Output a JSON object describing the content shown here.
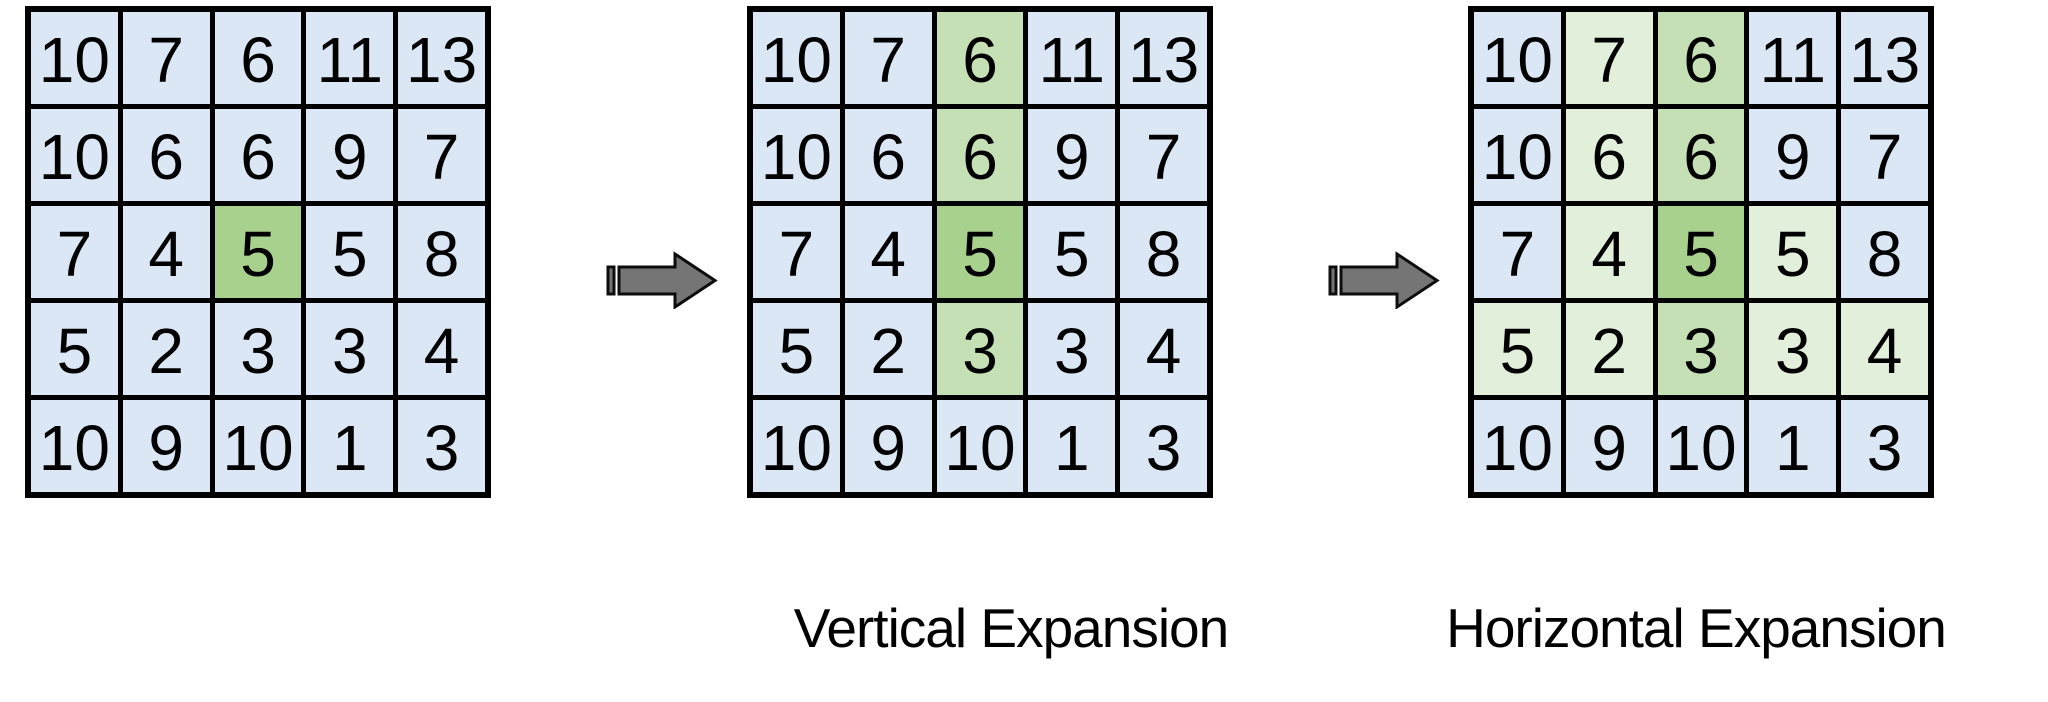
{
  "labels": {
    "vertical": "Vertical Expansion",
    "horizontal": "Horizontal Expansion"
  },
  "colors": {
    "cell_blue": "#DBE7F5",
    "green_seed": "#A9D18E",
    "green_medium": "#C5E0B4",
    "green_light": "#E2EFDA",
    "grid_border": "#000000",
    "text": "#000000",
    "arrow_fill": "#757575",
    "arrow_outline": "#0D0D0D"
  },
  "icons": {
    "arrow": "striped-right-arrow"
  },
  "grids": [
    {
      "name": "initial-matrix",
      "values": [
        [
          10,
          7,
          6,
          11,
          13
        ],
        [
          10,
          6,
          6,
          9,
          7
        ],
        [
          7,
          4,
          5,
          5,
          8
        ],
        [
          5,
          2,
          3,
          3,
          4
        ],
        [
          10,
          9,
          10,
          1,
          3
        ]
      ],
      "highlights": [
        [
          "",
          "",
          "",
          "",
          ""
        ],
        [
          "",
          "",
          "",
          "",
          ""
        ],
        [
          "",
          "",
          "S",
          "",
          ""
        ],
        [
          "",
          "",
          "",
          "",
          ""
        ],
        [
          "",
          "",
          "",
          "",
          ""
        ]
      ]
    },
    {
      "name": "vertical-expansion-matrix",
      "values": [
        [
          10,
          7,
          6,
          11,
          13
        ],
        [
          10,
          6,
          6,
          9,
          7
        ],
        [
          7,
          4,
          5,
          5,
          8
        ],
        [
          5,
          2,
          3,
          3,
          4
        ],
        [
          10,
          9,
          10,
          1,
          3
        ]
      ],
      "highlights": [
        [
          "",
          "",
          "M",
          "",
          ""
        ],
        [
          "",
          "",
          "M",
          "",
          ""
        ],
        [
          "",
          "",
          "S",
          "",
          ""
        ],
        [
          "",
          "",
          "M",
          "",
          ""
        ],
        [
          "",
          "",
          "",
          "",
          ""
        ]
      ]
    },
    {
      "name": "horizontal-expansion-matrix",
      "values": [
        [
          10,
          7,
          6,
          11,
          13
        ],
        [
          10,
          6,
          6,
          9,
          7
        ],
        [
          7,
          4,
          5,
          5,
          8
        ],
        [
          5,
          2,
          3,
          3,
          4
        ],
        [
          10,
          9,
          10,
          1,
          3
        ]
      ],
      "highlights": [
        [
          "",
          "L",
          "M",
          "",
          ""
        ],
        [
          "",
          "L",
          "M",
          "",
          ""
        ],
        [
          "",
          "L",
          "S",
          "L",
          ""
        ],
        [
          "L",
          "L",
          "M",
          "L",
          "L"
        ],
        [
          "",
          "",
          "",
          "",
          ""
        ]
      ]
    }
  ]
}
